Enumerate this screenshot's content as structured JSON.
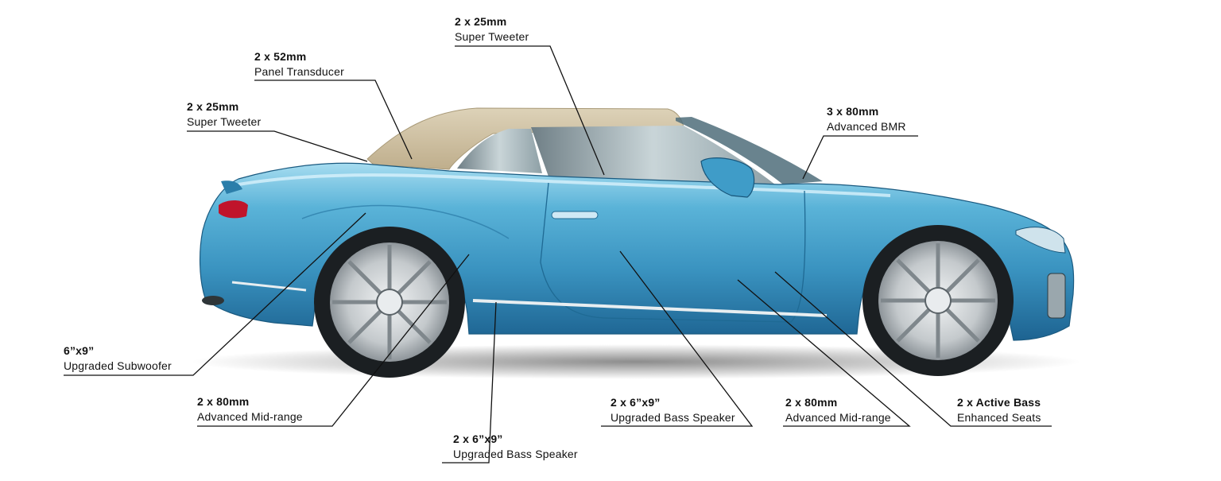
{
  "colors": {
    "body": "#3f9cc8",
    "body_light": "#8fd1ec",
    "body_dark": "#17557a",
    "roof": "#cfc1a3",
    "line": "#111111"
  },
  "labels": [
    {
      "id": "tweeter-roof",
      "qty": "2 x 25mm",
      "name": "Super Tweeter"
    },
    {
      "id": "panel-transducer",
      "qty": "2 x 52mm",
      "name": "Panel Transducer"
    },
    {
      "id": "tweeter-rear",
      "qty": "2 x 25mm",
      "name": "Super Tweeter"
    },
    {
      "id": "bmr",
      "qty": "3 x 80mm",
      "name": "Advanced BMR"
    },
    {
      "id": "subwoofer",
      "qty": "6”x9”",
      "name": "Upgraded Subwoofer"
    },
    {
      "id": "midrange-rear",
      "qty": "2 x 80mm",
      "name": "Advanced Mid-range"
    },
    {
      "id": "bass-rear",
      "qty": "2 x 6”x9”",
      "name": "Upgraded Bass Speaker"
    },
    {
      "id": "bass-front",
      "qty": "2 x 6”x9”",
      "name": "Upgraded Bass Speaker"
    },
    {
      "id": "midrange-front",
      "qty": "2 x 80mm",
      "name": "Advanced Mid-range"
    },
    {
      "id": "active-bass-seats",
      "qty": "2 x Active Bass",
      "name": "Enhanced Seats"
    }
  ]
}
